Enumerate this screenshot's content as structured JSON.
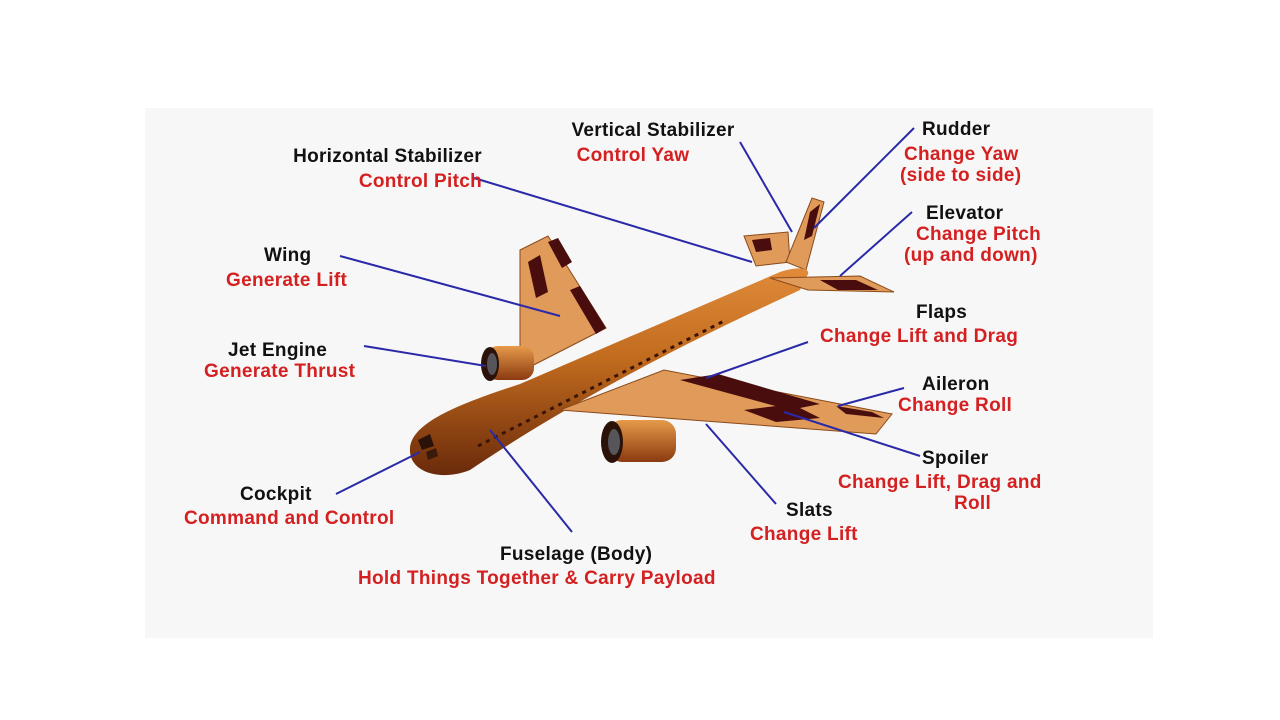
{
  "colors": {
    "name_text": "#111111",
    "function_text": "#d42020",
    "leader_line": "#2a2aa8",
    "aircraft_body": "#c06a1e",
    "aircraft_surface": "#e09a5a",
    "aircraft_dark": "#4a0d0d",
    "panel_background": "#f7f7f7"
  },
  "parts": [
    {
      "name": "Horizontal Stabilizer",
      "function": "Control Pitch"
    },
    {
      "name": "Vertical Stabilizer",
      "function": "Control Yaw"
    },
    {
      "name": "Rudder",
      "function": "Change Yaw",
      "function_line2": "(side to side)"
    },
    {
      "name": "Elevator",
      "function": "Change Pitch",
      "function_line2": "(up and down)"
    },
    {
      "name": "Wing",
      "function": "Generate Lift"
    },
    {
      "name": "Flaps",
      "function": "Change Lift and Drag"
    },
    {
      "name": "Jet Engine",
      "function": "Generate Thrust"
    },
    {
      "name": "Aileron",
      "function": "Change Roll"
    },
    {
      "name": "Spoiler",
      "function": "Change Lift, Drag and",
      "function_line2": "Roll"
    },
    {
      "name": "Cockpit",
      "function": "Command and Control"
    },
    {
      "name": "Slats",
      "function": "Change Lift"
    },
    {
      "name": "Fuselage (Body)",
      "function": "Hold Things Together & Carry Payload"
    }
  ]
}
